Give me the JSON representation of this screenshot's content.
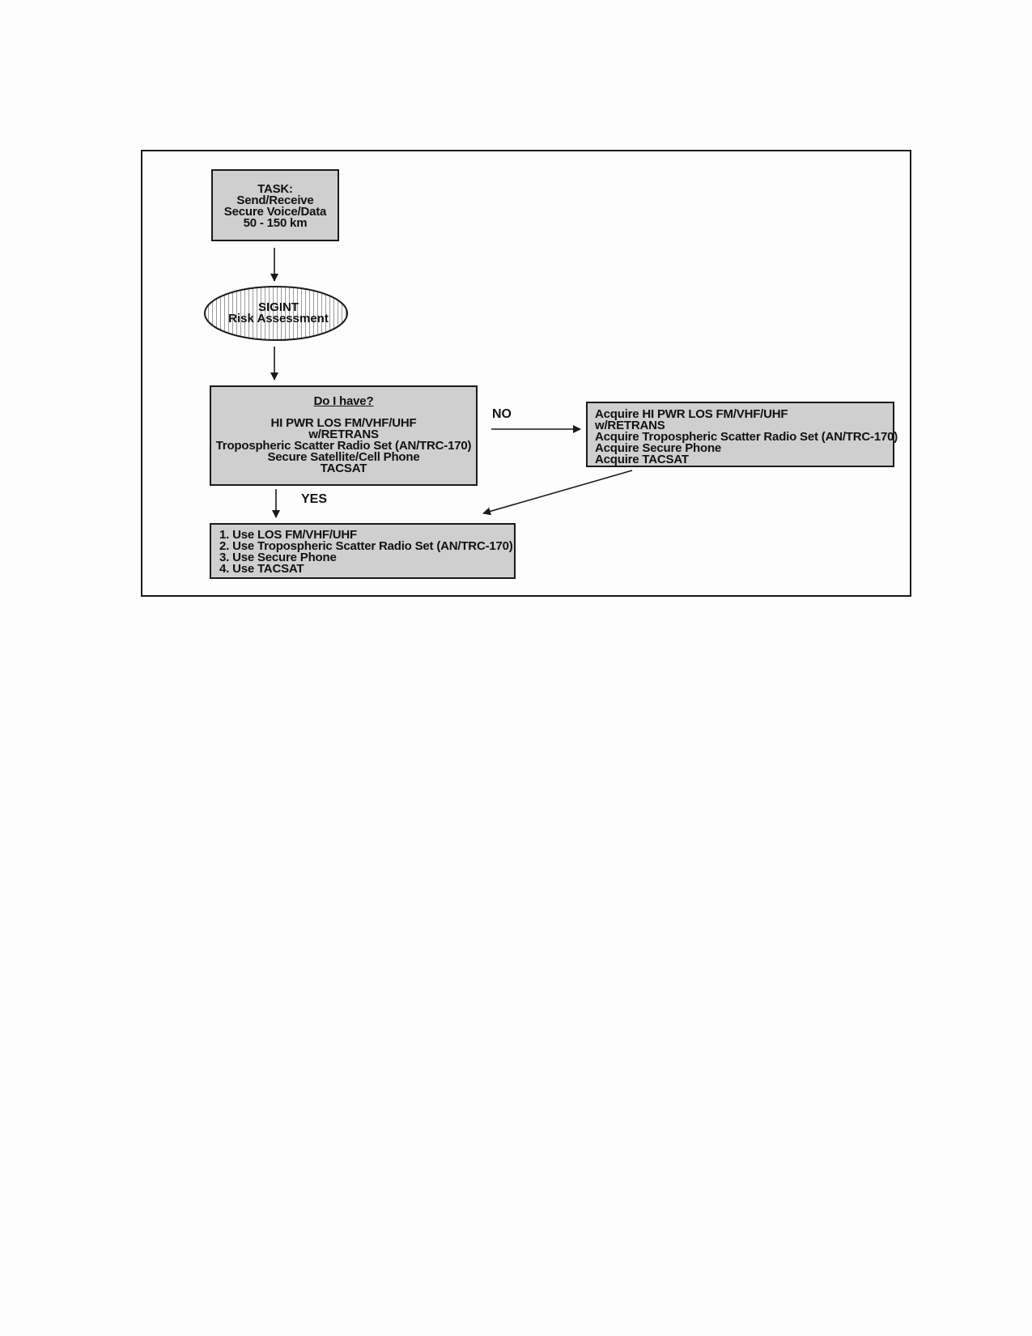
{
  "task": {
    "lines": [
      "TASK:",
      "Send/Receive",
      "Secure Voice/Data",
      "50 - 150 km"
    ]
  },
  "assessment": {
    "lines": [
      "SIGINT",
      "Risk Assessment"
    ]
  },
  "decision": {
    "heading": "Do I have?",
    "lines": [
      "HI PWR LOS FM/VHF/UHF",
      "w/RETRANS",
      "Tropospheric Scatter Radio Set (AN/TRC-170)",
      "Secure Satellite/Cell Phone",
      "TACSAT"
    ]
  },
  "branch_no": {
    "label": "NO"
  },
  "branch_yes": {
    "label": "YES"
  },
  "acquire": {
    "lines": [
      "Acquire HI PWR LOS FM/VHF/UHF",
      "w/RETRANS",
      "Acquire Tropospheric Scatter Radio Set (AN/TRC-170)",
      "Acquire Secure Phone",
      "Acquire TACSAT"
    ]
  },
  "use": {
    "lines": [
      "1. Use LOS FM/VHF/UHF",
      "2. Use Tropospheric Scatter Radio Set (AN/TRC-170)",
      "3. Use Secure Phone",
      "4. Use TACSAT"
    ]
  },
  "colors": {
    "box_fill": "#cfcfcf",
    "stroke": "#1a1a1a",
    "page": "#fdfdfd"
  }
}
